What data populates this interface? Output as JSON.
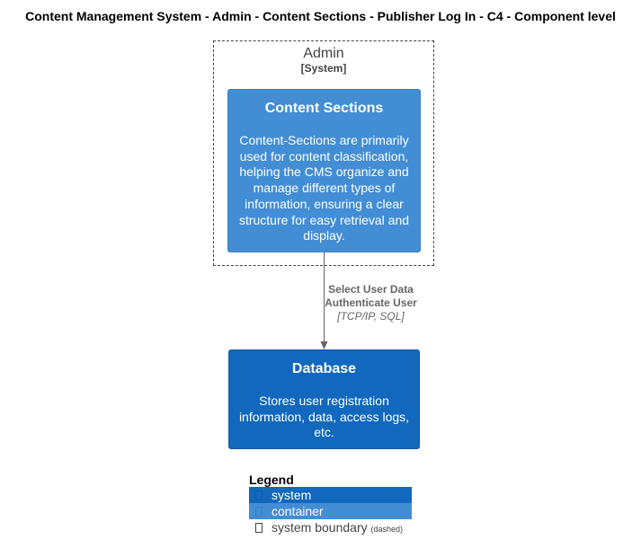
{
  "diagram": {
    "title": "Content Management System - Admin - Content Sections - Publisher Log In - C4 - Component level"
  },
  "boundary": {
    "name": "Admin",
    "type": "[System]"
  },
  "nodes": {
    "content_sections": {
      "title": "Content Sections",
      "description": "Content-Sections are primarily used for content classification, helping the CMS organize and manage different types of information, ensuring a clear structure for easy retrieval and display."
    },
    "database": {
      "title": "Database",
      "description": "Stores user registration information, data, access logs, etc."
    }
  },
  "relationship": {
    "from": "Content Sections",
    "to": "Database",
    "label_line_1": "Select User Data",
    "label_line_2": "Authenticate User",
    "technology": "[TCP/IP, SQL]"
  },
  "legend": {
    "title": "Legend",
    "system": "system",
    "container": "container",
    "boundary": "system boundary",
    "boundary_note": "(dashed)"
  },
  "colors": {
    "system": "#1168bd",
    "container": "#438dd5",
    "boundary": "#444444",
    "arrow": "#666666"
  }
}
